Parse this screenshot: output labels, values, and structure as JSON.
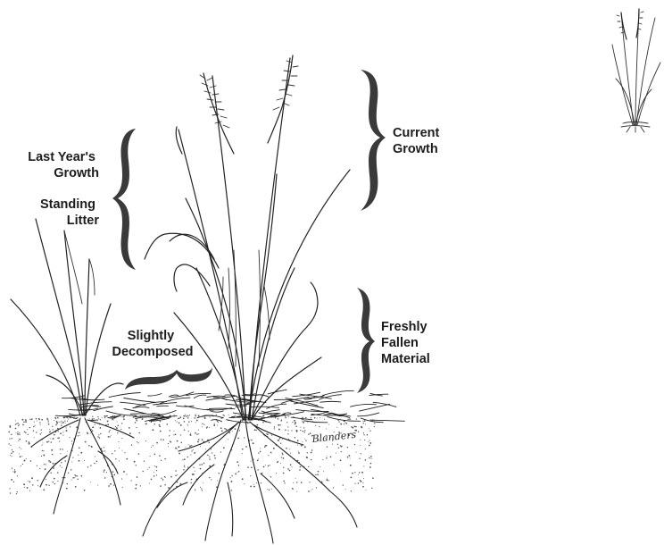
{
  "labels": {
    "current_growth": [
      "Current",
      "Growth"
    ],
    "last_years_growth": [
      "Last Year's",
      "Growth"
    ],
    "standing_litter": [
      "Standing",
      "Litter"
    ],
    "slightly_decomposed": [
      "Slightly",
      "Decomposed"
    ],
    "freshly_fallen": [
      "Freshly",
      "Fallen",
      "Material"
    ]
  },
  "signature": "Blanders",
  "colors": {
    "ink": "#222222",
    "label": "#1c1c1c",
    "brace": "#3a3a3a",
    "soil_stipple": "#555555",
    "background": "#ffffff"
  },
  "icons": {
    "thumbnail": "grass-plant-thumbnail-icon"
  }
}
